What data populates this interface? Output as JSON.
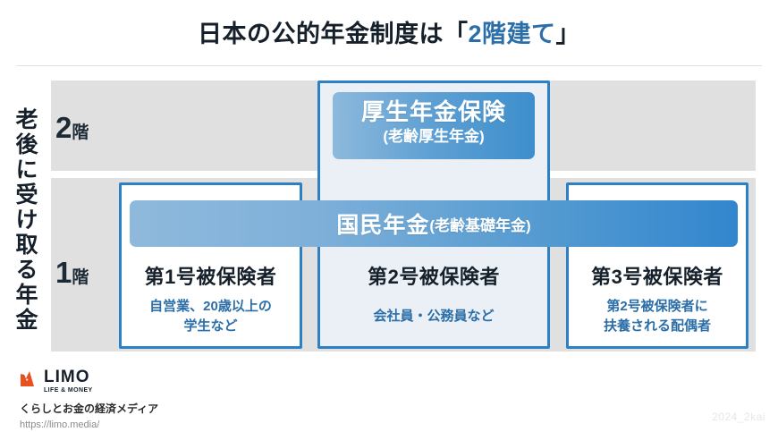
{
  "title": {
    "lead": "日本の公的年金制度は「",
    "accent": "2階建て",
    "trail": "」"
  },
  "side_caption": "老後に受け取る年金",
  "floors": [
    {
      "number": "2",
      "unit": "階"
    },
    {
      "number": "1",
      "unit": "階"
    }
  ],
  "tier2": {
    "name": "厚生年金保険",
    "paren": "(老齢厚生年金)"
  },
  "tier1": {
    "name": "国民年金",
    "paren": "(老齢基礎年金)"
  },
  "columns": [
    {
      "title": "第1号被保険者",
      "subtitle": "自営業、20歳以上の\n学生など"
    },
    {
      "title": "第2号被保険者",
      "subtitle": "会社員・公務員など"
    },
    {
      "title": "第3号被保険者",
      "subtitle": "第2号被保険者に\n扶養される配偶者"
    }
  ],
  "footer": {
    "brand": "LIMO",
    "brand_sub": "LIFE & MONEY",
    "tagline": "くらしとお金の経済メディア",
    "url": "https://limo.media/"
  },
  "watermark": "2024_2kai",
  "colors": {
    "accent_blue": "#2b6ea8",
    "border_blue": "#2e80c4",
    "band_gray": "#e0e0e0",
    "bar_light": "#8fb9dc",
    "bar_dark": "#3286ce",
    "logo_orange": "#e8511e"
  }
}
